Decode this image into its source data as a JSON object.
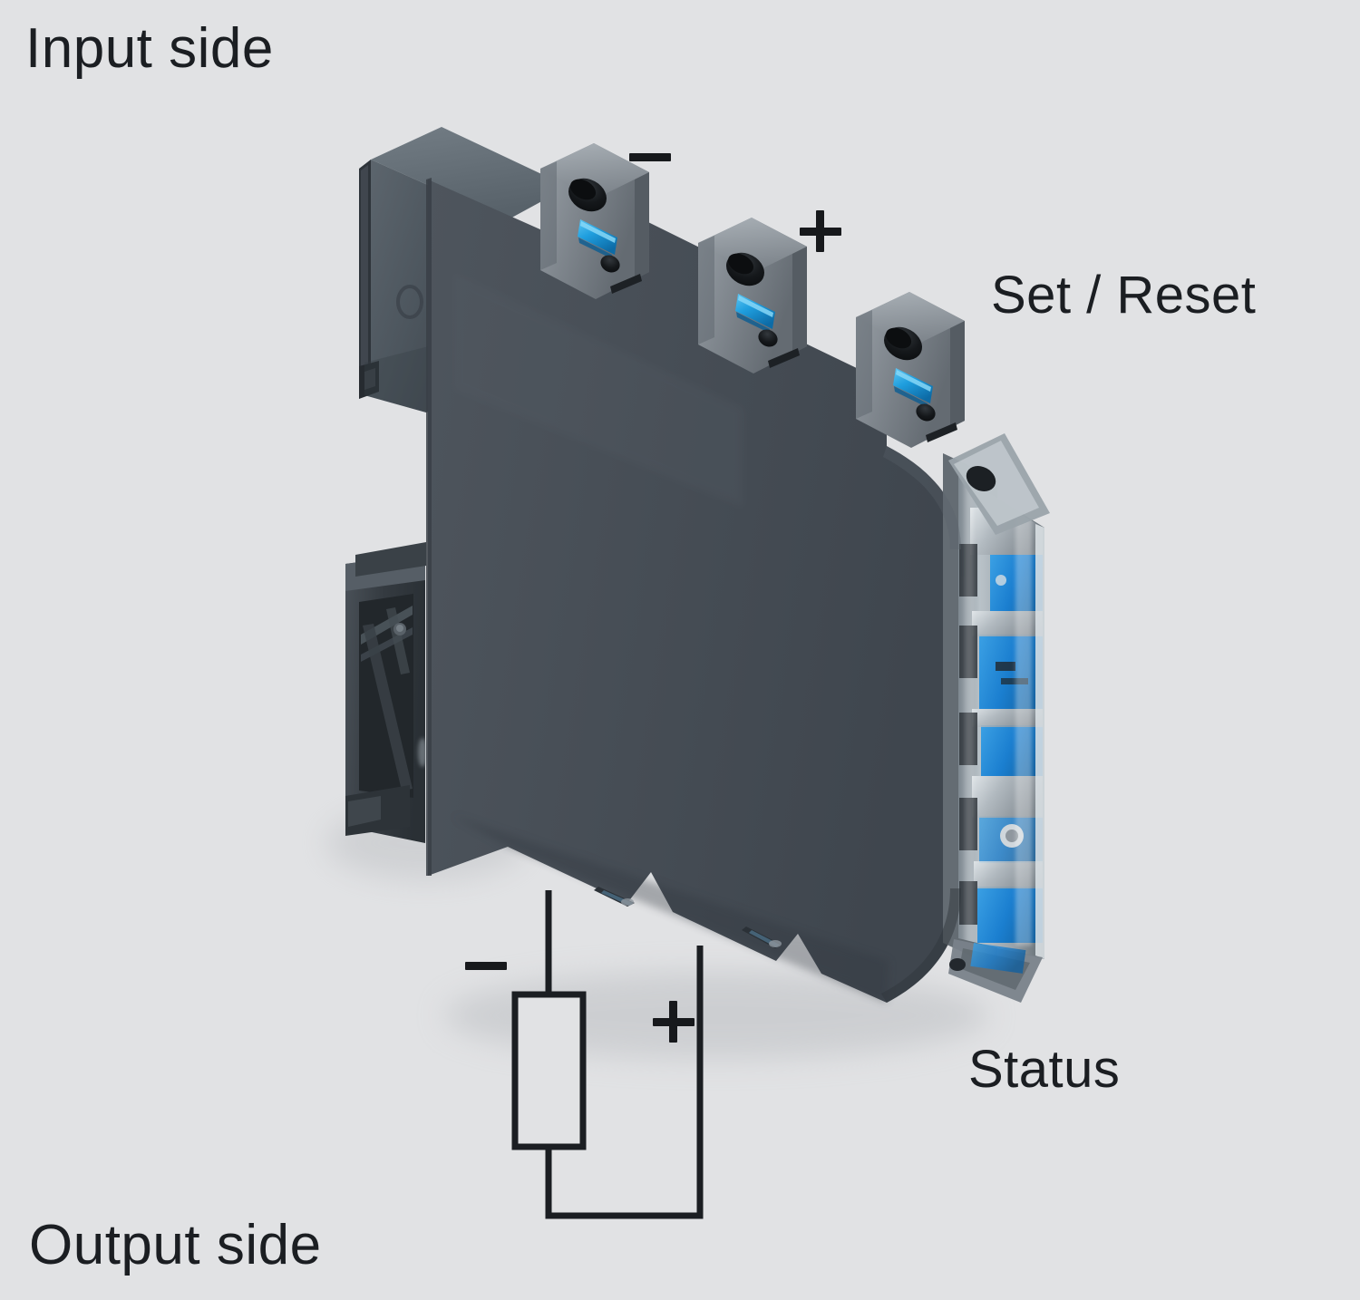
{
  "figure": {
    "kind": "product-wiring-diagram",
    "subject": "DIN-rail signal conditioner module",
    "background_color": "#e1e2e4"
  },
  "labels": {
    "input_side": "Input side",
    "output_side": "Output side",
    "set_reset": "Set / Reset",
    "status": "Status"
  },
  "polarity": {
    "input_negative": "−",
    "input_positive": "+",
    "output_negative": "−",
    "output_positive": "+"
  },
  "terminals": [
    {
      "id": "input-negative",
      "label": "−",
      "side": "input",
      "clamp_color": "#1f9ede"
    },
    {
      "id": "input-positive",
      "label": "+",
      "side": "input",
      "clamp_color": "#1f9ede"
    },
    {
      "id": "set-reset",
      "label": "Set / Reset",
      "side": "control",
      "clamp_color": "#1f9ede"
    }
  ],
  "indicators": [
    {
      "id": "status-window",
      "label": "Status",
      "window": "transparent",
      "accent_color": "#1b7fd0"
    }
  ],
  "circuit": {
    "load_symbol": "rectangle",
    "negative_branch": "module → load → loop",
    "positive_branch": "module → loop"
  },
  "colors": {
    "background": "#e1e2e4",
    "housing_dark": "#474d55",
    "housing_face": "#4c535a",
    "housing_side": "#3c434b",
    "terminal_housing": "#838a90",
    "clamp_blue": "#1f9ede",
    "pcb_blue": "#1b7fd0",
    "line": "#1b1e22",
    "text": "#1b1e22"
  }
}
